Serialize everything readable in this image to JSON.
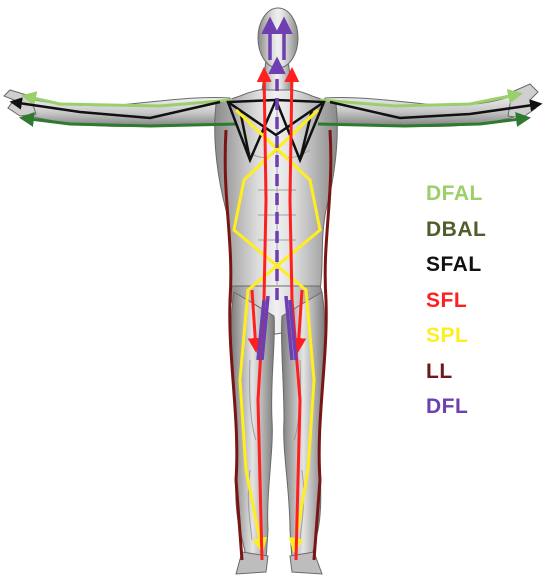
{
  "legend": [
    {
      "label": "DFAL",
      "color": "#9bcf6a"
    },
    {
      "label": "DBAL",
      "color": "#4e5f2b"
    },
    {
      "label": "SFAL",
      "color": "#111111"
    },
    {
      "label": "SFL",
      "color": "#ff1f1f"
    },
    {
      "label": "SPL",
      "color": "#ffee1f"
    },
    {
      "label": "LL",
      "color": "#6b1a1a"
    },
    {
      "label": "DFL",
      "color": "#6d3fb0"
    }
  ],
  "colors": {
    "skin_light": "#e9e9e9",
    "skin_mid": "#b8b8b8",
    "skin_dark": "#6f6f6f"
  }
}
